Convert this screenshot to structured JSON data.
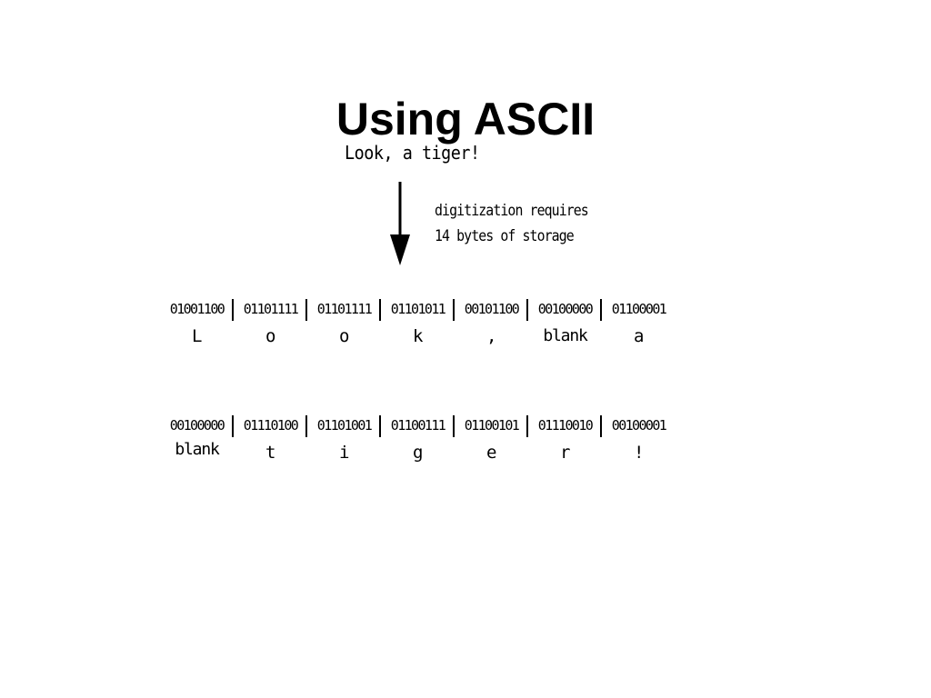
{
  "slide": {
    "title": "Using ASCII"
  },
  "figure": {
    "sentence": "Look, a tiger!",
    "note_lines": [
      "digitization requires",
      "14 bytes of storage"
    ],
    "rows": [
      {
        "bytes": [
          {
            "bits": "01001100",
            "char": "L"
          },
          {
            "bits": "01101111",
            "char": "o"
          },
          {
            "bits": "01101111",
            "char": "o"
          },
          {
            "bits": "01101011",
            "char": "k"
          },
          {
            "bits": "00101100",
            "char": ","
          },
          {
            "bits": "00100000",
            "char": "blank"
          },
          {
            "bits": "01100001",
            "char": "a"
          }
        ]
      },
      {
        "bytes": [
          {
            "bits": "00100000",
            "char": "blank"
          },
          {
            "bits": "01110100",
            "char": "t"
          },
          {
            "bits": "01101001",
            "char": "i"
          },
          {
            "bits": "01100111",
            "char": "g"
          },
          {
            "bits": "01100101",
            "char": "e"
          },
          {
            "bits": "01110010",
            "char": "r"
          },
          {
            "bits": "00100001",
            "char": "!"
          }
        ]
      }
    ]
  }
}
